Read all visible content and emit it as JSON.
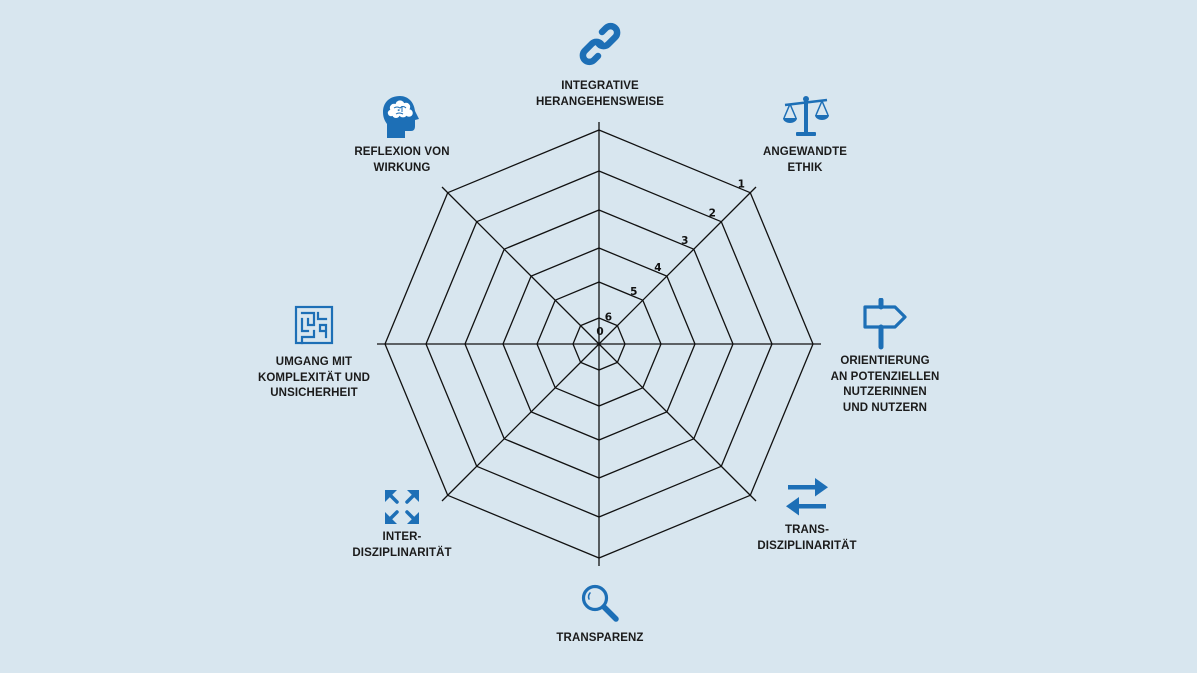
{
  "accent_color": "#1d6fb6",
  "chart_data": {
    "type": "radar",
    "axes": [
      {
        "label": "INTEGRATIVE\nHERANGEHENSWEISE",
        "icon": "chain-link-icon"
      },
      {
        "label": "ANGEWANDTE\nETHIK",
        "icon": "balance-scale-icon"
      },
      {
        "label": "ORIENTIERUNG\nAN POTENZIELLEN\nNUTZERINNEN\nUND NUTZERN",
        "icon": "signpost-icon"
      },
      {
        "label": "TRANS-\nDISZIPLINARITÄT",
        "icon": "exchange-arrows-icon"
      },
      {
        "label": "TRANSPARENZ",
        "icon": "magnifier-icon"
      },
      {
        "label": "INTER-\nDISZIPLINARITÄT",
        "icon": "expand-arrows-icon"
      },
      {
        "label": "UMGANG MIT\nKOMPLEXITÄT UND\nUNSICHERHEIT",
        "icon": "maze-icon"
      },
      {
        "label": "REFLEXION VON\nWIRKUNG",
        "icon": "brain-head-icon"
      }
    ],
    "scale_labels": [
      "1",
      "2",
      "3",
      "4",
      "5",
      "6",
      "0"
    ],
    "grid": true
  }
}
